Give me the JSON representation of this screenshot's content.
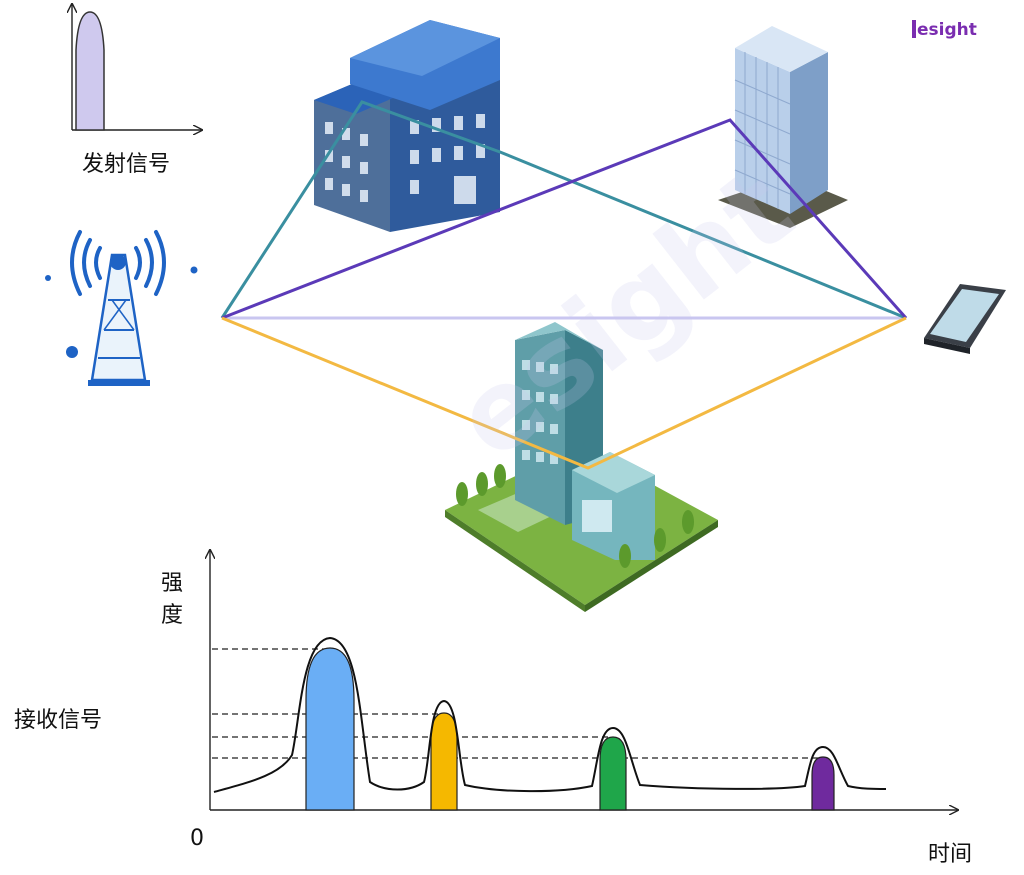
{
  "logo": {
    "text": "esight"
  },
  "watermark": {
    "text": "esight"
  },
  "labels": {
    "transmit": "发射信号",
    "receive": "接收信号",
    "intensity": "强度",
    "time": "时间",
    "origin": "0"
  },
  "colors": {
    "blue_path": "#3a8fa0",
    "purple_path": "#5b3ab8",
    "direct_path": "#c9c6f0",
    "yellow_path": "#f3b942",
    "pulse_blue": "#6aaef5",
    "pulse_yellow": "#f5b800",
    "pulse_green": "#1fa64a",
    "pulse_purple": "#6f2a9e",
    "tx_pulse": "#cfc9ee"
  },
  "icons": [
    "cell-tower-icon",
    "smartphone-icon",
    "office-building-icon",
    "skyscraper-icon",
    "building-with-lawn-icon"
  ]
}
